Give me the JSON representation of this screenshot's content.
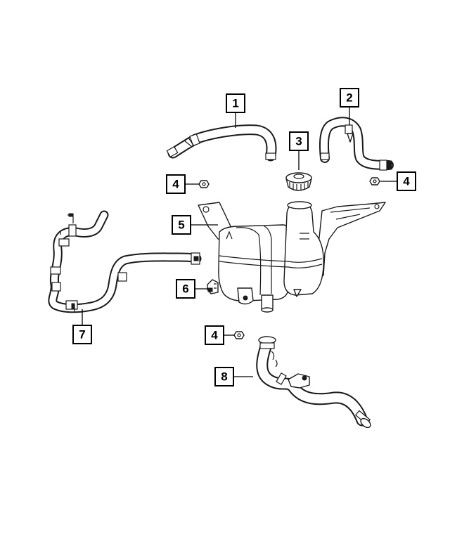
{
  "callouts": [
    {
      "id": "1",
      "label": "1"
    },
    {
      "id": "2",
      "label": "2"
    },
    {
      "id": "3",
      "label": "3"
    },
    {
      "id": "4a",
      "label": "4"
    },
    {
      "id": "4b",
      "label": "4"
    },
    {
      "id": "5",
      "label": "5"
    },
    {
      "id": "6",
      "label": "6"
    },
    {
      "id": "4c",
      "label": "4"
    },
    {
      "id": "7",
      "label": "7"
    },
    {
      "id": "8",
      "label": "8"
    }
  ]
}
